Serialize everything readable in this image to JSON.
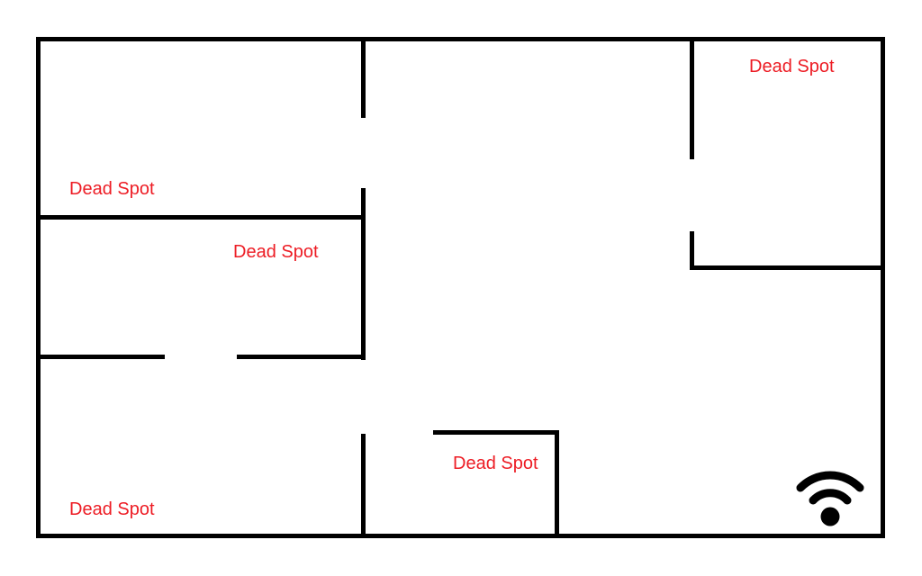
{
  "floorplan": {
    "type": "wifi-coverage-floor-plan",
    "labels": [
      {
        "id": "top-right",
        "text": "Dead Spot"
      },
      {
        "id": "upper-left",
        "text": "Dead Spot"
      },
      {
        "id": "middle-left",
        "text": "Dead Spot"
      },
      {
        "id": "bottom-middle",
        "text": "Dead Spot"
      },
      {
        "id": "bottom-left",
        "text": "Dead Spot"
      }
    ],
    "icons": [
      {
        "name": "wifi-icon",
        "meaning": "wifi router location, bottom-right room"
      }
    ],
    "colors": {
      "wall": "#000000",
      "dead_spot_text": "#ed1c24",
      "background": "#ffffff"
    }
  }
}
